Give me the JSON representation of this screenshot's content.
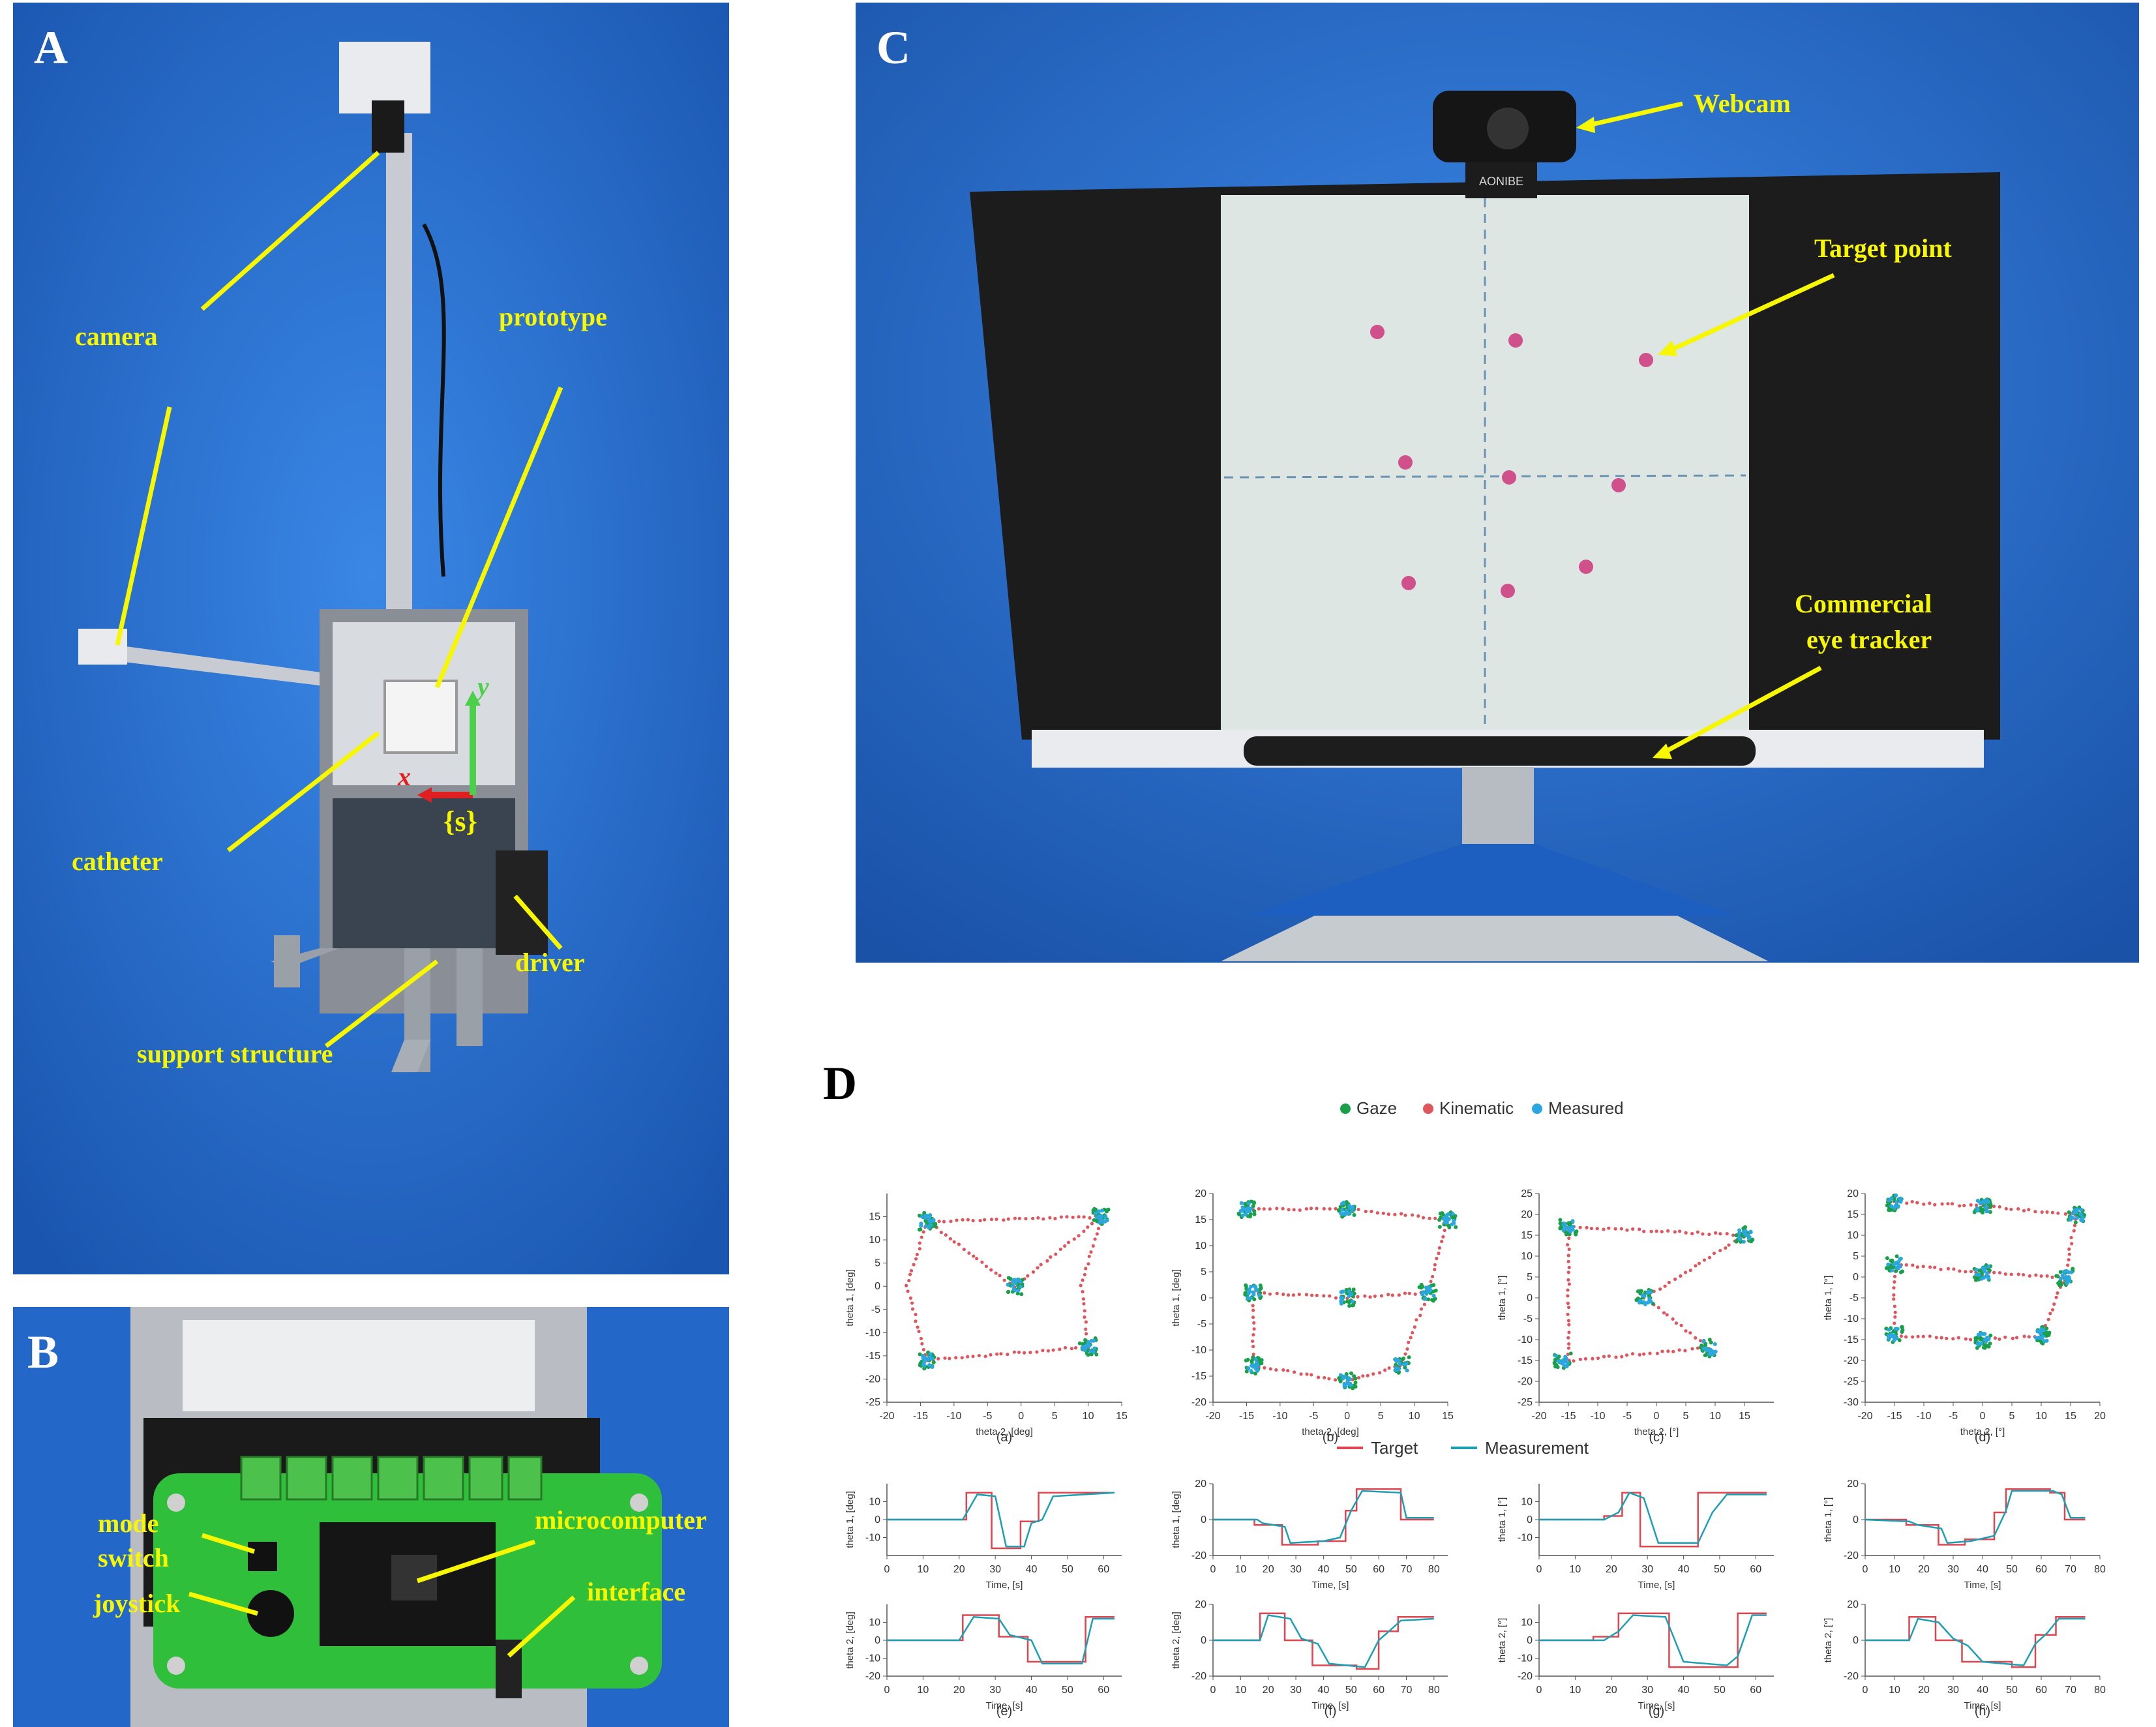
{
  "figure": {
    "panels": [
      {
        "id": "A",
        "labels": [
          "camera",
          "prototype",
          "catheter",
          "driver",
          "support structure"
        ],
        "frame_axes": [
          "x",
          "y",
          "{s}"
        ]
      },
      {
        "id": "B",
        "labels": [
          "mode switch",
          "joystick",
          "microcomputer",
          "interface"
        ]
      },
      {
        "id": "C",
        "labels": [
          "Webcam",
          "Target point",
          "Commercial eye tracker"
        ],
        "logo_text": "AONIBE"
      },
      {
        "id": "D"
      }
    ]
  },
  "panel_c": {
    "label_line1": "Commercial",
    "label_line2": "eye tracker"
  },
  "legend_top": {
    "gaze": "Gaze",
    "kinematic": "Kinematic",
    "measured": "Measured"
  },
  "legend_bottom": {
    "target": "Target",
    "measurement": "Measurement"
  },
  "colors": {
    "background_blue": "#1f6fd1",
    "label_yellow": "#f7f700",
    "gaze": "#1aa04a",
    "kinematic": "#e0545c",
    "measured": "#2aa6e0",
    "target_line": "#e0454f",
    "measurement_line": "#1a9fb5",
    "pcb_green": "#2fbf3a"
  },
  "chart_data": [
    {
      "type": "scatter",
      "sublabel": "(a)",
      "xlabel": "theta 2, [deg]",
      "ylabel": "theta 1, [deg]",
      "xlim": [
        -20,
        15
      ],
      "ylim": [
        -25,
        20
      ],
      "xticks": [
        -20,
        -15,
        -10,
        -5,
        0,
        5,
        10,
        15
      ],
      "yticks": [
        15,
        10,
        5,
        0,
        -5,
        -10,
        -15,
        -20,
        -25
      ],
      "clusters": [
        [
          -14,
          14
        ],
        [
          12,
          15
        ],
        [
          -1,
          0
        ],
        [
          -14,
          -16
        ],
        [
          10,
          -13
        ]
      ],
      "kinematic_path": [
        [
          -14,
          14
        ],
        [
          12,
          15
        ],
        [
          -1,
          0
        ],
        [
          -14,
          14
        ],
        [
          -17,
          0
        ],
        [
          -14,
          -16
        ],
        [
          10,
          -13
        ],
        [
          9,
          0
        ],
        [
          12,
          15
        ]
      ]
    },
    {
      "type": "scatter",
      "sublabel": "(b)",
      "xlabel": "theta 2, [deg]",
      "ylabel": "theta 1, [deg]",
      "xlim": [
        -20,
        15
      ],
      "ylim": [
        -20,
        20
      ],
      "xticks": [
        -20,
        -15,
        -10,
        -5,
        0,
        5,
        10,
        15
      ],
      "yticks": [
        20,
        15,
        10,
        5,
        0,
        -5,
        -10,
        -15,
        -20
      ],
      "clusters": [
        [
          -15,
          17
        ],
        [
          0,
          17
        ],
        [
          15,
          15
        ],
        [
          -14,
          1
        ],
        [
          0,
          0
        ],
        [
          12,
          1
        ],
        [
          -14,
          -13
        ],
        [
          0,
          -16
        ],
        [
          8,
          -13
        ]
      ],
      "kinematic_path": [
        [
          -15,
          17
        ],
        [
          0,
          17
        ],
        [
          15,
          15
        ],
        [
          12,
          1
        ],
        [
          0,
          0
        ],
        [
          -14,
          1
        ],
        [
          -14,
          -13
        ],
        [
          0,
          -16
        ],
        [
          8,
          -13
        ],
        [
          12,
          1
        ]
      ]
    },
    {
      "type": "scatter",
      "sublabel": "(c)",
      "xlabel": "theta 2, [°]",
      "ylabel": "theta 1, [°]",
      "xlim": [
        -20,
        20
      ],
      "ylim": [
        -25,
        25
      ],
      "xticks": [
        -20,
        -15,
        -10,
        -5,
        0,
        5,
        10,
        15
      ],
      "yticks": [
        25,
        20,
        15,
        10,
        5,
        0,
        -5,
        -10,
        -15,
        -20,
        -25
      ],
      "clusters": [
        [
          -15,
          17
        ],
        [
          15,
          15
        ],
        [
          -16,
          -15
        ],
        [
          -2,
          0
        ],
        [
          9,
          -12
        ]
      ],
      "kinematic_path": [
        [
          -15,
          17
        ],
        [
          -15,
          -15
        ],
        [
          9,
          -12
        ],
        [
          -2,
          0
        ],
        [
          15,
          15
        ],
        [
          -15,
          17
        ]
      ]
    },
    {
      "type": "scatter",
      "sublabel": "(d)",
      "xlabel": "theta 2, [°]",
      "ylabel": "theta 1, [°]",
      "xlim": [
        -20,
        20
      ],
      "ylim": [
        -30,
        20
      ],
      "xticks": [
        -20,
        -15,
        -10,
        -5,
        0,
        5,
        10,
        15,
        20
      ],
      "yticks": [
        20,
        15,
        10,
        5,
        0,
        -5,
        -10,
        -15,
        -20,
        -25,
        -30
      ],
      "clusters": [
        [
          -15,
          18
        ],
        [
          0,
          17
        ],
        [
          16,
          15
        ],
        [
          -15,
          3
        ],
        [
          0,
          1
        ],
        [
          14,
          0
        ],
        [
          -15,
          -14
        ],
        [
          0,
          -15
        ],
        [
          10,
          -14
        ]
      ],
      "kinematic_path": [
        [
          -15,
          18
        ],
        [
          0,
          17
        ],
        [
          16,
          15
        ],
        [
          14,
          0
        ],
        [
          0,
          1
        ],
        [
          -15,
          3
        ],
        [
          -15,
          -14
        ],
        [
          0,
          -15
        ],
        [
          10,
          -14
        ],
        [
          14,
          0
        ]
      ]
    },
    {
      "type": "line",
      "sublabel": "(e)",
      "xlabel": "Time, [s]",
      "ylabel": "theta 1, [deg]",
      "xlim": [
        0,
        65
      ],
      "ylim": [
        -20,
        20
      ],
      "xticks": [
        0,
        10,
        20,
        30,
        40,
        50,
        60
      ],
      "yticks": [
        10,
        0,
        -10
      ],
      "target": [
        [
          0,
          0
        ],
        [
          22,
          0
        ],
        [
          22,
          15
        ],
        [
          29,
          15
        ],
        [
          29,
          -16
        ],
        [
          37,
          -16
        ],
        [
          37,
          -1
        ],
        [
          42,
          -1
        ],
        [
          42,
          15
        ],
        [
          63,
          15
        ]
      ],
      "measurement": [
        [
          0,
          0
        ],
        [
          21,
          0
        ],
        [
          25,
          14
        ],
        [
          30,
          13
        ],
        [
          33,
          -15
        ],
        [
          38,
          -15
        ],
        [
          40,
          -2
        ],
        [
          43,
          0
        ],
        [
          46,
          13
        ],
        [
          63,
          15
        ]
      ]
    },
    {
      "type": "line",
      "sublabel": "(f)",
      "xlabel": "Time, [s]",
      "ylabel": "theta 1, [deg]",
      "xlim": [
        0,
        85
      ],
      "ylim": [
        -20,
        20
      ],
      "xticks": [
        0,
        10,
        20,
        30,
        40,
        50,
        60,
        70,
        80
      ],
      "yticks": [
        20,
        0,
        -20
      ],
      "target": [
        [
          0,
          0
        ],
        [
          15,
          0
        ],
        [
          15,
          -3
        ],
        [
          25,
          -3
        ],
        [
          25,
          -14
        ],
        [
          38,
          -14
        ],
        [
          38,
          -12
        ],
        [
          48,
          -12
        ],
        [
          48,
          5
        ],
        [
          52,
          5
        ],
        [
          52,
          17
        ],
        [
          68,
          17
        ],
        [
          68,
          0
        ],
        [
          80,
          0
        ]
      ],
      "measurement": [
        [
          0,
          0
        ],
        [
          16,
          0
        ],
        [
          18,
          -2
        ],
        [
          26,
          -4
        ],
        [
          28,
          -13
        ],
        [
          40,
          -12
        ],
        [
          46,
          -10
        ],
        [
          50,
          5
        ],
        [
          54,
          16
        ],
        [
          68,
          15
        ],
        [
          70,
          1
        ],
        [
          80,
          1
        ]
      ]
    },
    {
      "type": "line",
      "sublabel": "(g)",
      "xlabel": "Time, [s]",
      "ylabel": "theta 1, [°]",
      "xlim": [
        0,
        65
      ],
      "ylim": [
        -20,
        20
      ],
      "xticks": [
        0,
        10,
        20,
        30,
        40,
        50,
        60
      ],
      "yticks": [
        10,
        0,
        -10
      ],
      "target": [
        [
          0,
          0
        ],
        [
          18,
          0
        ],
        [
          18,
          2
        ],
        [
          23,
          2
        ],
        [
          23,
          15
        ],
        [
          28,
          15
        ],
        [
          28,
          -15
        ],
        [
          44,
          -15
        ],
        [
          44,
          15
        ],
        [
          63,
          15
        ]
      ],
      "measurement": [
        [
          0,
          0
        ],
        [
          18,
          0
        ],
        [
          22,
          4
        ],
        [
          25,
          15
        ],
        [
          29,
          12
        ],
        [
          33,
          -13
        ],
        [
          44,
          -13
        ],
        [
          48,
          4
        ],
        [
          52,
          14
        ],
        [
          63,
          14
        ]
      ]
    },
    {
      "type": "line",
      "sublabel": "(h)",
      "xlabel": "Time, [s]",
      "ylabel": "theta 1, [°]",
      "xlim": [
        0,
        80
      ],
      "ylim": [
        -20,
        20
      ],
      "xticks": [
        0,
        10,
        20,
        30,
        40,
        50,
        60,
        70,
        80
      ],
      "yticks": [
        20,
        0,
        -20
      ],
      "target": [
        [
          0,
          0
        ],
        [
          14,
          0
        ],
        [
          14,
          -3
        ],
        [
          25,
          -3
        ],
        [
          25,
          -14
        ],
        [
          34,
          -14
        ],
        [
          34,
          -11
        ],
        [
          44,
          -11
        ],
        [
          44,
          4
        ],
        [
          48,
          4
        ],
        [
          48,
          17
        ],
        [
          63,
          17
        ],
        [
          63,
          15
        ],
        [
          68,
          15
        ],
        [
          68,
          0
        ],
        [
          75,
          0
        ]
      ],
      "measurement": [
        [
          0,
          0
        ],
        [
          15,
          -1
        ],
        [
          18,
          -3
        ],
        [
          26,
          -5
        ],
        [
          28,
          -13
        ],
        [
          36,
          -12
        ],
        [
          44,
          -9
        ],
        [
          48,
          5
        ],
        [
          50,
          16
        ],
        [
          64,
          16
        ],
        [
          67,
          14
        ],
        [
          70,
          1
        ],
        [
          75,
          1
        ]
      ]
    },
    {
      "type": "line",
      "sublabel": "",
      "xlabel": "Time, [s]",
      "ylabel": "theta 2, [deg]",
      "xlim": [
        0,
        65
      ],
      "ylim": [
        -20,
        20
      ],
      "xticks": [
        0,
        10,
        20,
        30,
        40,
        50,
        60
      ],
      "yticks": [
        10,
        0,
        -10,
        -20
      ],
      "target": [
        [
          0,
          0
        ],
        [
          21,
          0
        ],
        [
          21,
          14
        ],
        [
          31,
          14
        ],
        [
          31,
          2
        ],
        [
          39,
          2
        ],
        [
          39,
          -12
        ],
        [
          55,
          -12
        ],
        [
          55,
          13
        ],
        [
          63,
          13
        ]
      ],
      "measurement": [
        [
          0,
          0
        ],
        [
          20,
          0
        ],
        [
          24,
          13
        ],
        [
          31,
          12
        ],
        [
          34,
          3
        ],
        [
          40,
          0
        ],
        [
          43,
          -13
        ],
        [
          54,
          -13
        ],
        [
          57,
          12
        ],
        [
          63,
          12
        ]
      ]
    },
    {
      "type": "line",
      "sublabel": "",
      "xlabel": "Time, [s]",
      "ylabel": "theta 2, [deg]",
      "xlim": [
        0,
        85
      ],
      "ylim": [
        -20,
        20
      ],
      "xticks": [
        0,
        10,
        20,
        30,
        40,
        50,
        60,
        70,
        80
      ],
      "yticks": [
        20,
        0,
        -20
      ],
      "target": [
        [
          0,
          0
        ],
        [
          17,
          0
        ],
        [
          17,
          15
        ],
        [
          26,
          15
        ],
        [
          26,
          0
        ],
        [
          36,
          0
        ],
        [
          36,
          -14
        ],
        [
          52,
          -14
        ],
        [
          52,
          -16
        ],
        [
          60,
          -16
        ],
        [
          60,
          5
        ],
        [
          67,
          5
        ],
        [
          67,
          13
        ],
        [
          80,
          13
        ]
      ],
      "measurement": [
        [
          0,
          0
        ],
        [
          17,
          0
        ],
        [
          20,
          14
        ],
        [
          28,
          12
        ],
        [
          32,
          1
        ],
        [
          38,
          -2
        ],
        [
          42,
          -13
        ],
        [
          55,
          -15
        ],
        [
          60,
          0
        ],
        [
          63,
          4
        ],
        [
          68,
          11
        ],
        [
          80,
          12
        ]
      ]
    },
    {
      "type": "line",
      "sublabel": "",
      "xlabel": "Time, [s]",
      "ylabel": "theta 2, [°]",
      "xlim": [
        0,
        65
      ],
      "ylim": [
        -20,
        20
      ],
      "xticks": [
        0,
        10,
        20,
        30,
        40,
        50,
        60
      ],
      "yticks": [
        10,
        0,
        -10,
        -20
      ],
      "target": [
        [
          0,
          0
        ],
        [
          15,
          0
        ],
        [
          15,
          2
        ],
        [
          22,
          2
        ],
        [
          22,
          15
        ],
        [
          36,
          15
        ],
        [
          36,
          -15
        ],
        [
          55,
          -15
        ],
        [
          55,
          15
        ],
        [
          63,
          15
        ]
      ],
      "measurement": [
        [
          0,
          0
        ],
        [
          18,
          0
        ],
        [
          22,
          5
        ],
        [
          26,
          14
        ],
        [
          35,
          13
        ],
        [
          40,
          -12
        ],
        [
          52,
          -14
        ],
        [
          55,
          -9
        ],
        [
          59,
          14
        ],
        [
          63,
          14
        ]
      ]
    },
    {
      "type": "line",
      "sublabel": "",
      "xlabel": "Time, [s]",
      "ylabel": "theta 2, [°]",
      "xlim": [
        0,
        80
      ],
      "ylim": [
        -20,
        20
      ],
      "xticks": [
        0,
        10,
        20,
        30,
        40,
        50,
        60,
        70,
        80
      ],
      "yticks": [
        20,
        0,
        -20
      ],
      "target": [
        [
          0,
          0
        ],
        [
          15,
          0
        ],
        [
          15,
          13
        ],
        [
          24,
          13
        ],
        [
          24,
          0
        ],
        [
          33,
          0
        ],
        [
          33,
          -12
        ],
        [
          50,
          -12
        ],
        [
          50,
          -15
        ],
        [
          58,
          -15
        ],
        [
          58,
          3
        ],
        [
          65,
          3
        ],
        [
          65,
          13
        ],
        [
          75,
          13
        ]
      ],
      "measurement": [
        [
          0,
          0
        ],
        [
          15,
          0
        ],
        [
          18,
          12
        ],
        [
          25,
          10
        ],
        [
          30,
          1
        ],
        [
          35,
          -3
        ],
        [
          40,
          -12
        ],
        [
          54,
          -14
        ],
        [
          58,
          -2
        ],
        [
          62,
          4
        ],
        [
          66,
          12
        ],
        [
          75,
          12
        ]
      ]
    }
  ]
}
